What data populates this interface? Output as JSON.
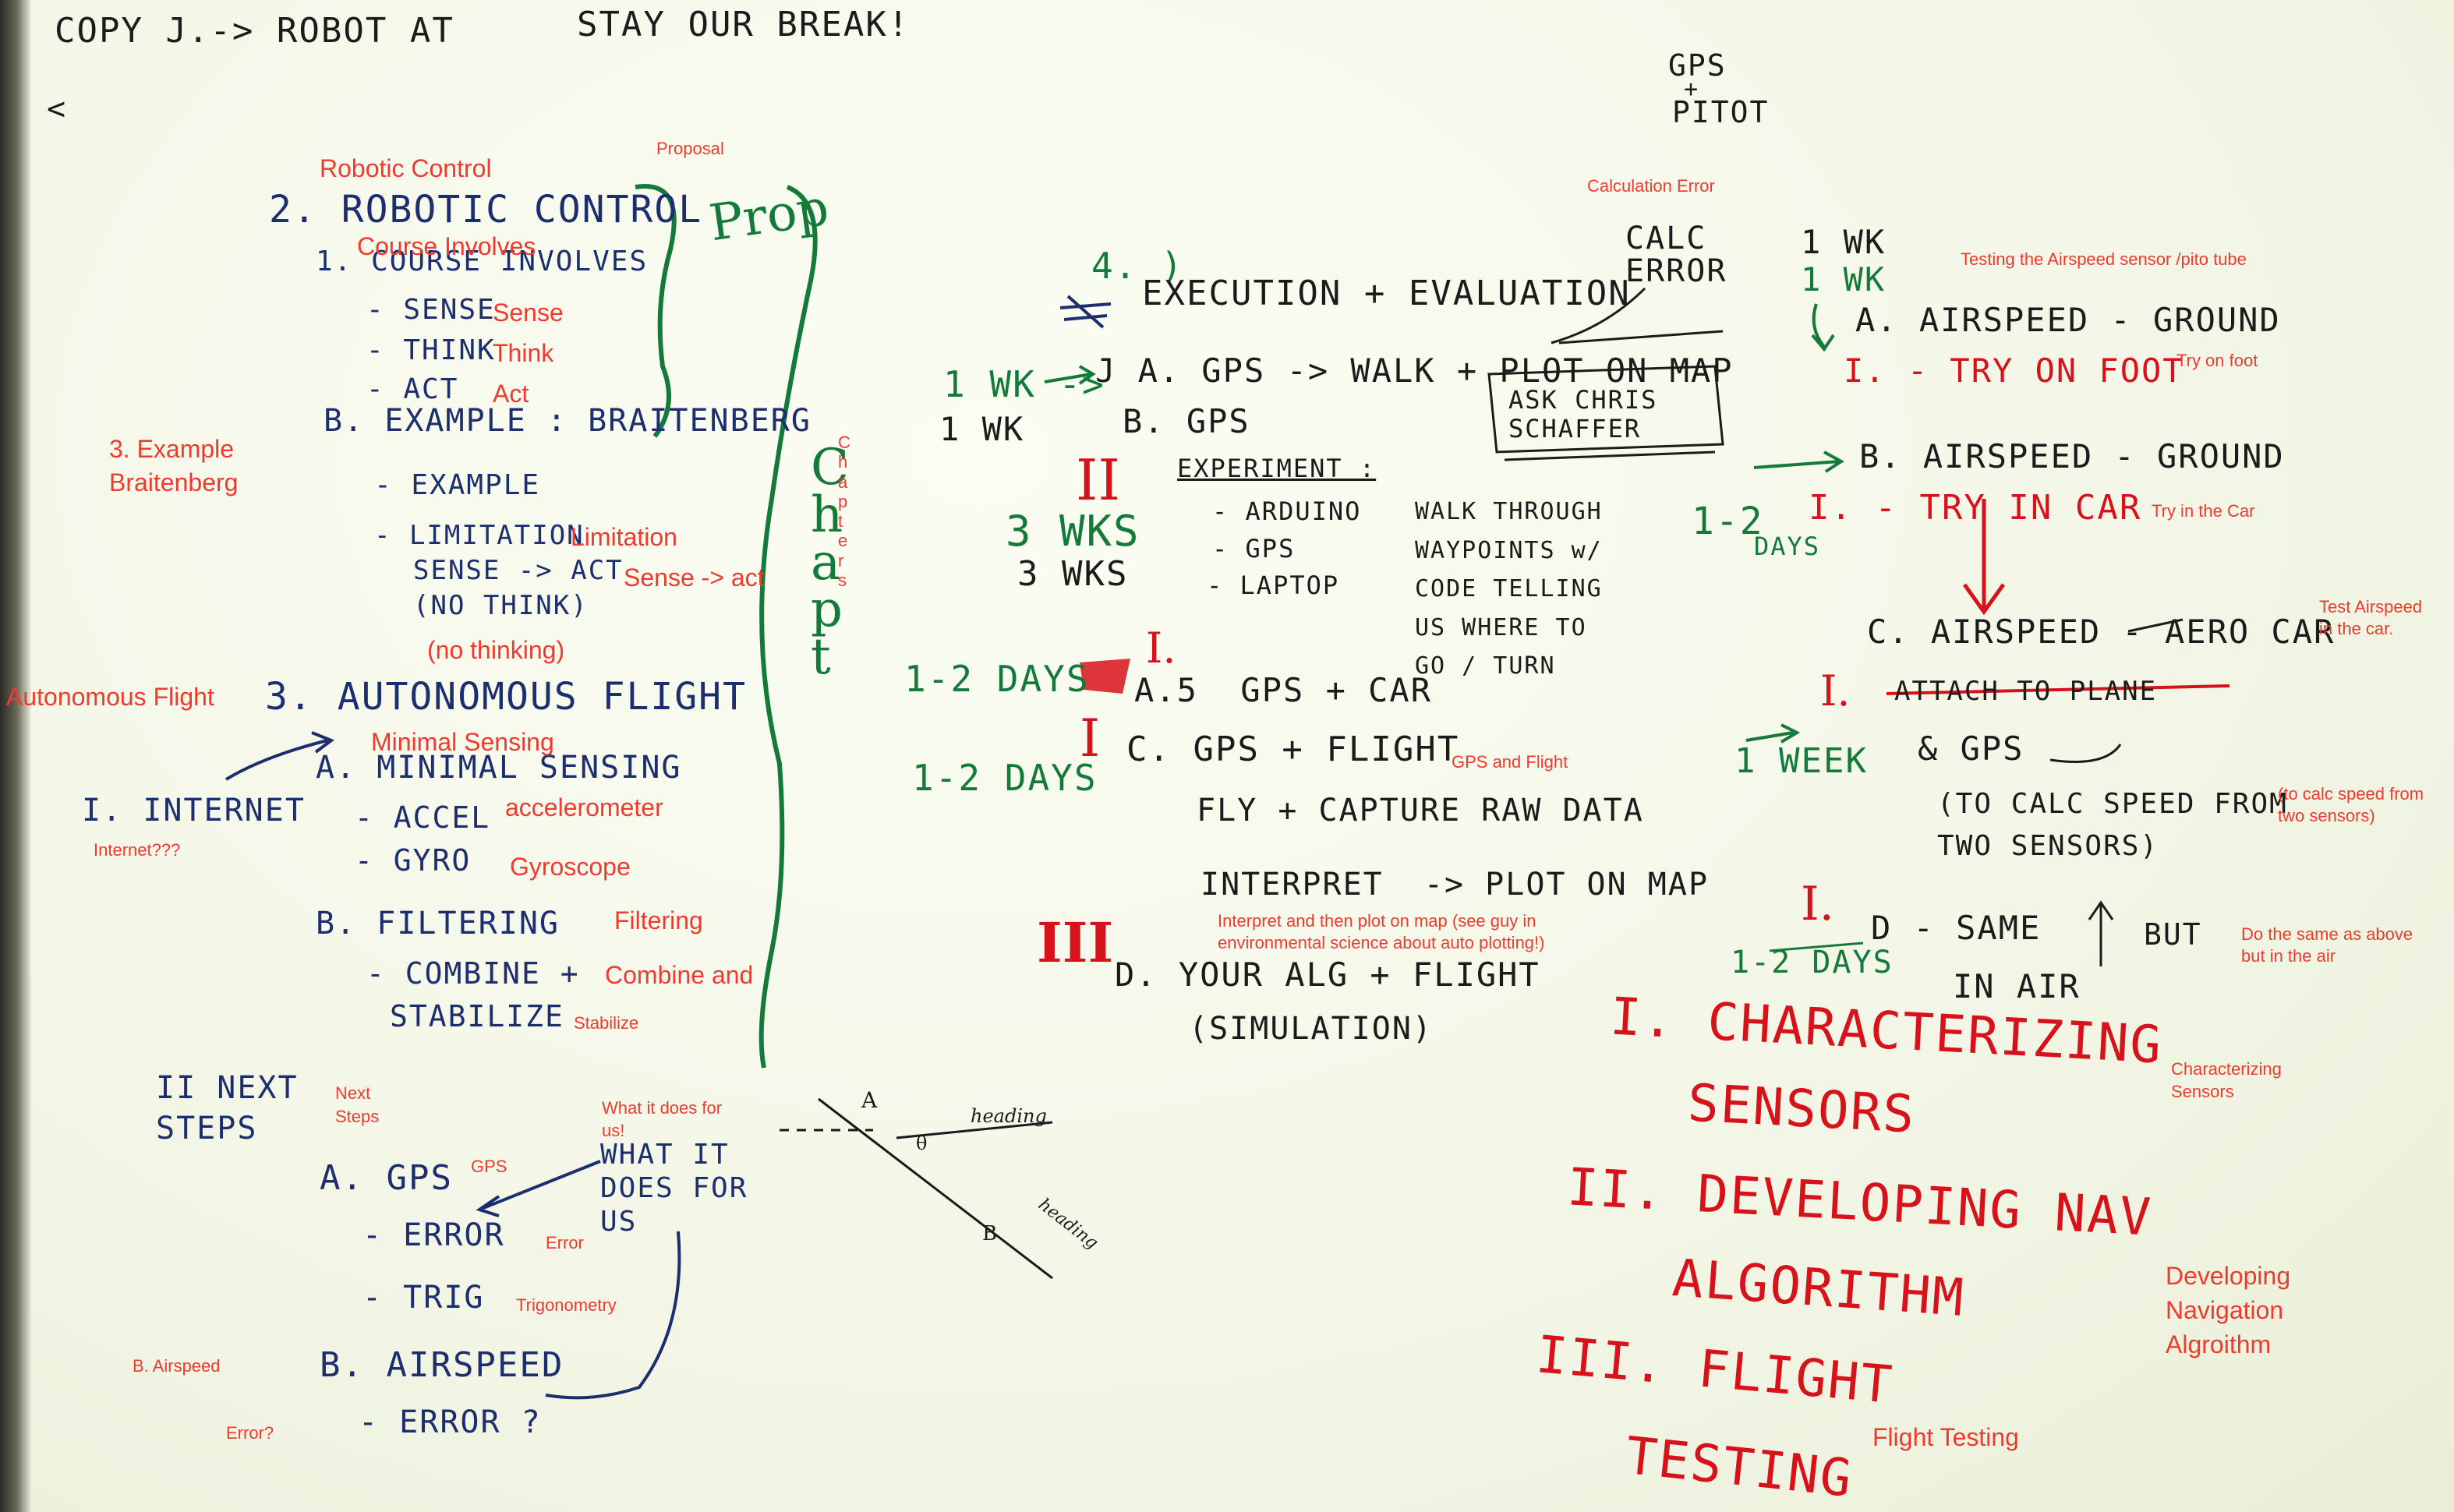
{
  "colors": {
    "board": "#f6f8ee",
    "blue_marker": "#1c2e6e",
    "black_marker": "#1b1b1b",
    "green_marker": "#137a3a",
    "red_marker": "#d8121a",
    "annotation": "#ee3b2e"
  },
  "top_notes": {
    "copy": "COPY J.-> ROBOT AT",
    "stay": "STAY OUR BREAK!",
    "arrow": "<"
  },
  "gps_pitot": {
    "gps": "GPS",
    "plus": "+",
    "pitot": "PITOT"
  },
  "left_outline": {
    "item2": "2. ROBOTIC CONTROL",
    "course": "1. COURSE INVOLVES",
    "sense": "- SENSE",
    "think": "- THINK",
    "act": "- ACT",
    "b_example": "B. EXAMPLE : BRAITENBERG",
    "b_example_sub": "- EXAMPLE",
    "limitation": "- LIMITATION",
    "sense_act": "SENSE -> ACT",
    "no_think": "(NO THINK)",
    "item3": "3. AUTONOMOUS FLIGHT",
    "a_minimal": "A. MINIMAL SENSING",
    "accel": "- ACCEL",
    "gyro": "- GYRO",
    "b_filtering": "B. FILTERING",
    "combine": "- COMBINE +",
    "stabilize": "STABILIZE",
    "i_internet": "I. INTERNET",
    "next_steps": "II NEXT\nSTEPS",
    "a_gps": "A. GPS",
    "error": "- ERROR",
    "trig": "- TRIG",
    "what_it": "WHAT IT\nDOES FOR\nUS",
    "b_airspeed": "B. AIRSPEED",
    "error2": "- ERROR ?"
  },
  "left_annotations": {
    "robotic_control": "Robotic Control",
    "proposal": "Proposal",
    "course_involves": "Course Involves",
    "sense": "Sense",
    "think": "Think",
    "act": "Act",
    "example_braitenberg": "3. Example\nBraitenberg",
    "limitation": "Limitation",
    "sense_act": "Sense -> act",
    "no_thinking": "(no thinking)",
    "autonomous_flight": "Autonomous Flight",
    "minimal_sensing": "Minimal Sensing",
    "accelerometer": "accelerometer",
    "internet": "Internet???",
    "gyroscope": "Gyroscope",
    "filtering": "Filtering",
    "combine_and": "Combine and",
    "stabilize": "Stabilize",
    "next_steps": "Next\nSteps",
    "what_it_does": "What it does for\nus!",
    "gps": "GPS",
    "error": "Error",
    "trigonometry": "Trigonometry",
    "b_airspeed": "B. Airspeed",
    "error_q": "Error?"
  },
  "brace": {
    "prop": "Prop",
    "chapt": "Chapt",
    "chapters": "Chapters"
  },
  "middle": {
    "four": "4. )",
    "execution": "EXECUTION + EVALUATION",
    "calc_error": "CALC\nERROR",
    "calc_error_ann": "Calculation Error",
    "one_wk_a": "1 WK ->",
    "a_gps": "J A. GPS -> WALK + PLOT ON MAP",
    "ask_chris": "ASK CHRIS\nSCHAFFER",
    "one_wk_b": "1 WK",
    "b_gps": "B. GPS",
    "roman2": "II",
    "experiment": "EXPERIMENT :",
    "arduino": "- ARDUINO",
    "gps_item": "- GPS",
    "laptop": "- LAPTOP",
    "walk_through": "WALK THROUGH\nWAYPOINTS w/\nCODE TELLING\nUS WHERE TO\nGO / TURN",
    "three_wks_green": "3 WKS",
    "three_wks_black": "3 WKS",
    "one_two_days_a": "1-2 DAYS",
    "roman1_a5": "I.",
    "a5": "A.5  GPS + CAR",
    "roman1_c": "I",
    "c_gps": "C. GPS + FLIGHT",
    "gps_flight_ann": "GPS and Flight",
    "one_two_days_c": "1-2 DAYS",
    "fly": "FLY + CAPTURE RAW DATA",
    "interpret": "INTERPRET  -> PLOT ON MAP",
    "interpret_ann": "Interpret and then plot on map (see guy in\nenvironmental science about auto plotting!)",
    "roman3": "III",
    "d_alg": "D. YOUR ALG + FLIGHT",
    "simulation": "(SIMULATION)",
    "heading_a": "A",
    "heading_theta": "θ",
    "heading1": "heading",
    "heading2": "heading",
    "heading_b": "B"
  },
  "right": {
    "one_wk_1": "1 WK",
    "one_wk_2": "1 WK",
    "testing_ann": "Testing the Airspeed sensor /pito tube",
    "a_airspeed": "A. AIRSPEED - GROUND",
    "i_foot": "I. - TRY ON FOOT",
    "try_foot_ann": "Try on foot",
    "b_airspeed": "B. AIRSPEED - GROUND",
    "one_two_days": "1-2",
    "days": "DAYS",
    "i_car": "I. - TRY IN CAR",
    "try_car_ann": "Try in the Car",
    "c_airspeed": "C. AIRSPEED - AERO CAR",
    "test_airspeed_ann": "Test Airspeed\nin the car.",
    "i_attach": "I.",
    "attach": "ATTACH TO PLANE",
    "one_week": "1 WEEK",
    "gps": "& GPS",
    "calc_speed": "(TO CALC SPEED FROM\nTWO SENSORS)",
    "calc_speed_ann": "(to calc speed from\ntwo sensors)",
    "i_d": "I.",
    "d_same": "D - SAME",
    "but": "BUT",
    "in_air": "IN AIR",
    "one_two_days_d": "1-2 DAYS",
    "same_ann": "Do the same as above\nbut in the air"
  },
  "big_red": {
    "i_char": "I. CHARACTERIZING",
    "sensors": "SENSORS",
    "characterizing_ann": "Characterizing\nSensors",
    "ii_dev": "II. DEVELOPING NAV",
    "algorithm": "ALGORITHM",
    "developing_ann": "Developing\nNavigation\nAlgroithm",
    "iii_flight": "III. FLIGHT",
    "testing": "TESTING",
    "flight_testing_ann": "Flight Testing"
  }
}
